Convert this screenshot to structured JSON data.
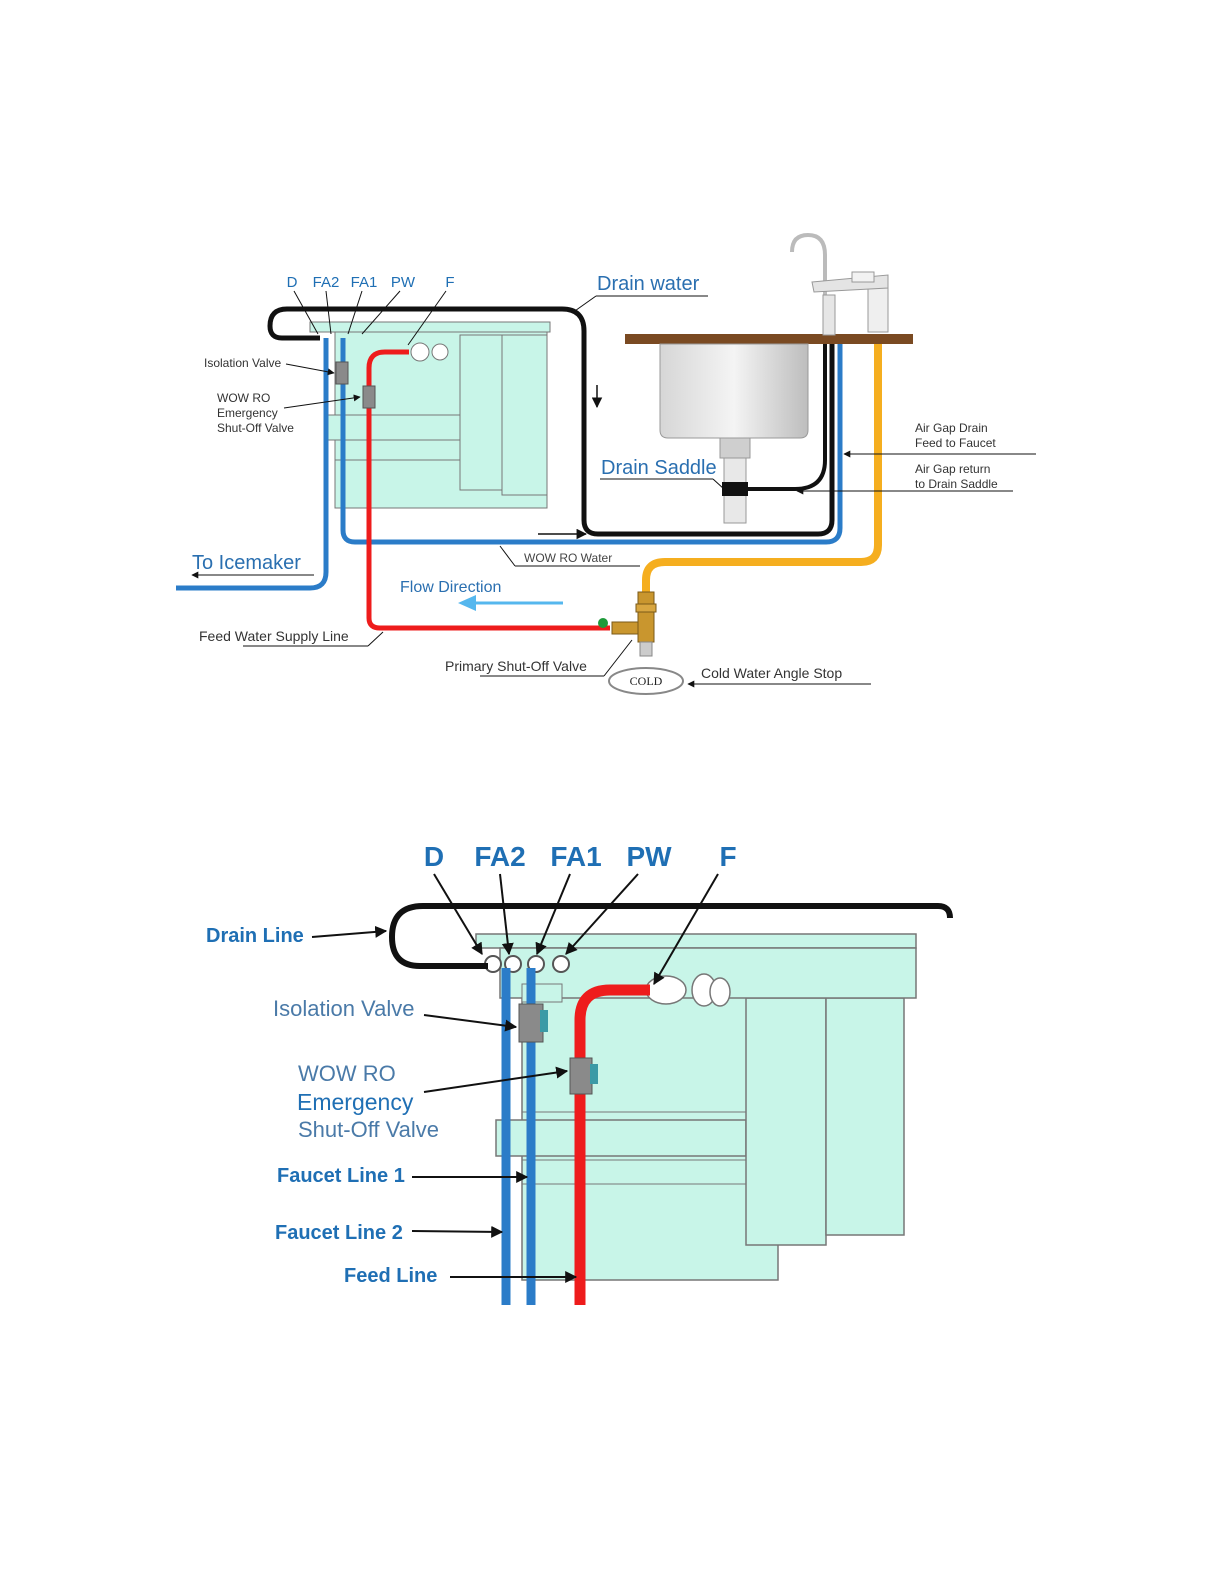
{
  "top": {
    "ports": [
      "D",
      "FA2",
      "FA1",
      "PW",
      "F"
    ],
    "drain_water": "Drain water",
    "isolation_valve": "Isolation Valve",
    "emergency": [
      "WOW RO",
      "Emergency",
      "Shut-Off Valve"
    ],
    "air_gap_drain": [
      "Air Gap Drain",
      "Feed to Faucet"
    ],
    "air_gap_return": [
      "Air Gap return",
      "to Drain Saddle"
    ],
    "drain_saddle": "Drain Saddle",
    "to_icemaker": "To Icemaker",
    "wow_ro_water": "WOW RO Water",
    "flow_direction": "Flow Direction",
    "feed_supply": "Feed Water Supply Line",
    "primary_shutoff": "Primary Shut-Off Valve",
    "cold": "COLD",
    "angle_stop": "Cold Water Angle Stop"
  },
  "bottom": {
    "ports": [
      "D",
      "FA2",
      "FA1",
      "PW",
      "F"
    ],
    "drain_line": "Drain Line",
    "isolation_valve": "Isolation Valve",
    "emergency": [
      "WOW RO",
      "Emergency",
      "Shut-Off Valve"
    ],
    "faucet_line_1": "Faucet Line 1",
    "faucet_line_2": "Faucet Line 2",
    "feed_line": "Feed Line"
  },
  "colors": {
    "unit": "#c8f5e8",
    "unit_stroke": "#777777",
    "blue": "#2b7cc8",
    "red": "#ee1c1c",
    "black": "#111111",
    "orange": "#f5ae1f",
    "flow_arrow": "#55b7ee"
  }
}
